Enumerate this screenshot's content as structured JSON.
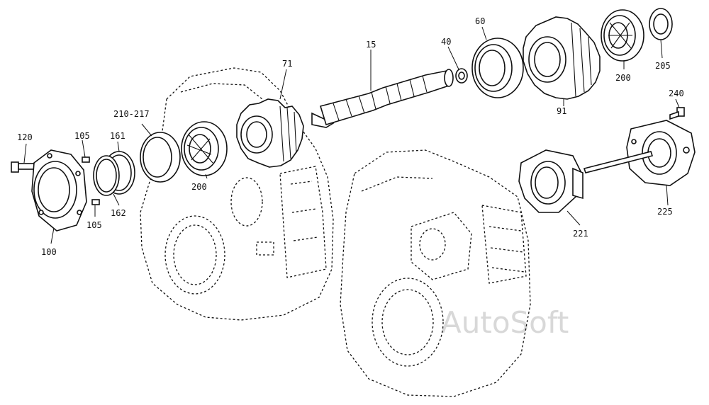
{
  "watermark": "AutoSoft",
  "parts": {
    "p120": "120",
    "p105a": "105",
    "p161": "161",
    "p210": "210-217",
    "p71": "71",
    "p15": "15",
    "p40": "40",
    "p60": "60",
    "p200a": "200",
    "p205": "205",
    "p91": "91",
    "p240": "240",
    "p162": "162",
    "p105b": "105",
    "p100": "100",
    "p200b": "200",
    "p221": "221",
    "p225": "225"
  }
}
